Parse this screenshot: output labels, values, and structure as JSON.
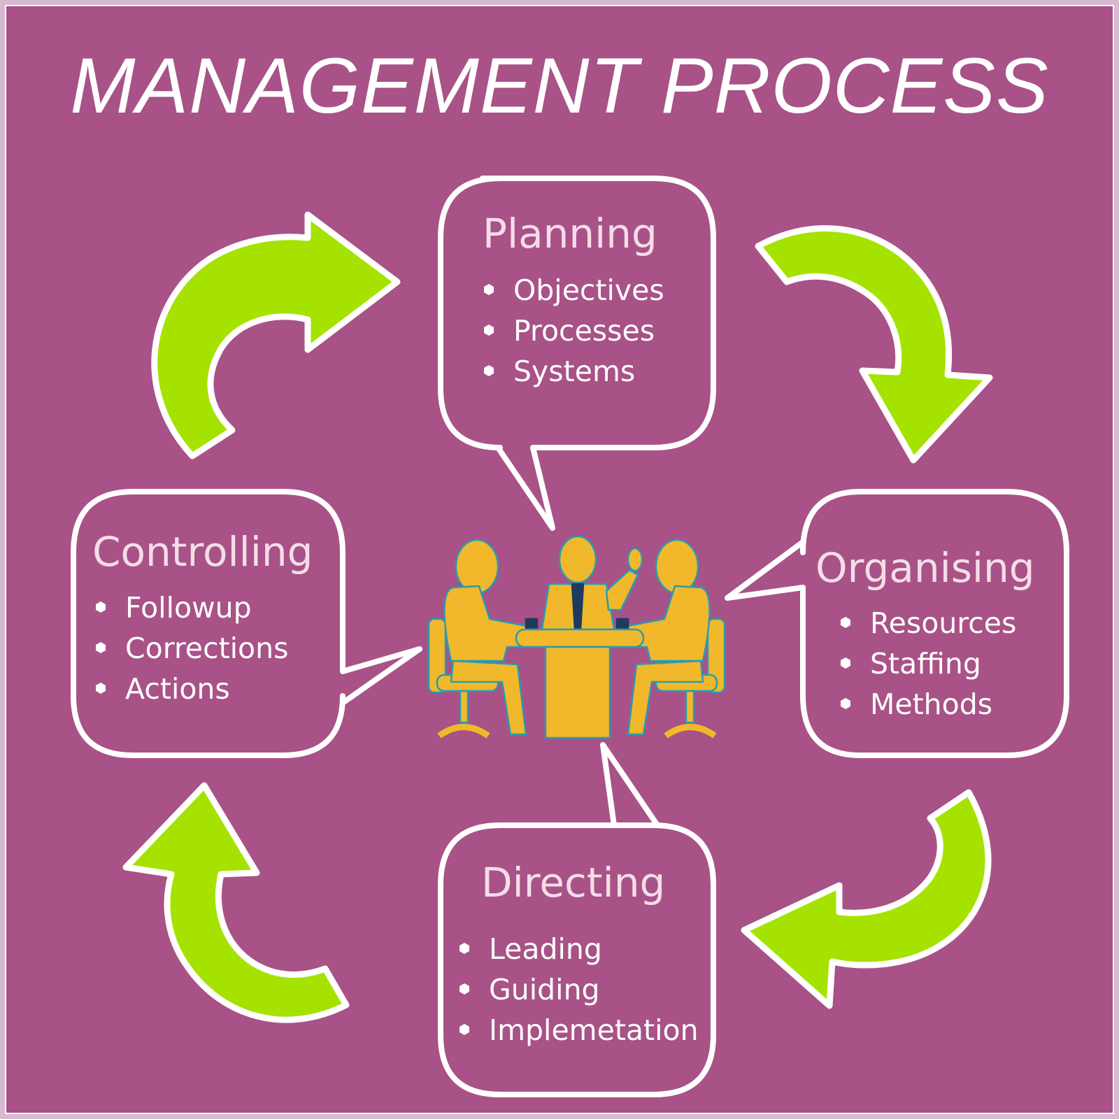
{
  "title": "MANAGEMENT PROCESS",
  "colors": {
    "outer_border": "#d9b8d1",
    "background": "#a85287",
    "arrow": "#a6e200",
    "outline": "#ffffff",
    "figure_fill": "#f1b82b",
    "figure_stroke": "#2a9bb3",
    "heading": "#f5dde7"
  },
  "stages": [
    {
      "name": "Planning",
      "items": [
        "Objectives",
        "Processes",
        "Systems"
      ]
    },
    {
      "name": "Organising",
      "items": [
        "Resources",
        "Staffing",
        "Methods"
      ]
    },
    {
      "name": "Directing",
      "items": [
        "Leading",
        "Guiding",
        "Implemetation"
      ]
    },
    {
      "name": "Controlling",
      "items": [
        "Followup",
        "Corrections",
        "Actions"
      ]
    }
  ],
  "icons": {
    "cycle_arrows": "curved-arrow-icon",
    "center": "business-meeting-icon",
    "bullet": "hexagon-bullet-icon"
  }
}
